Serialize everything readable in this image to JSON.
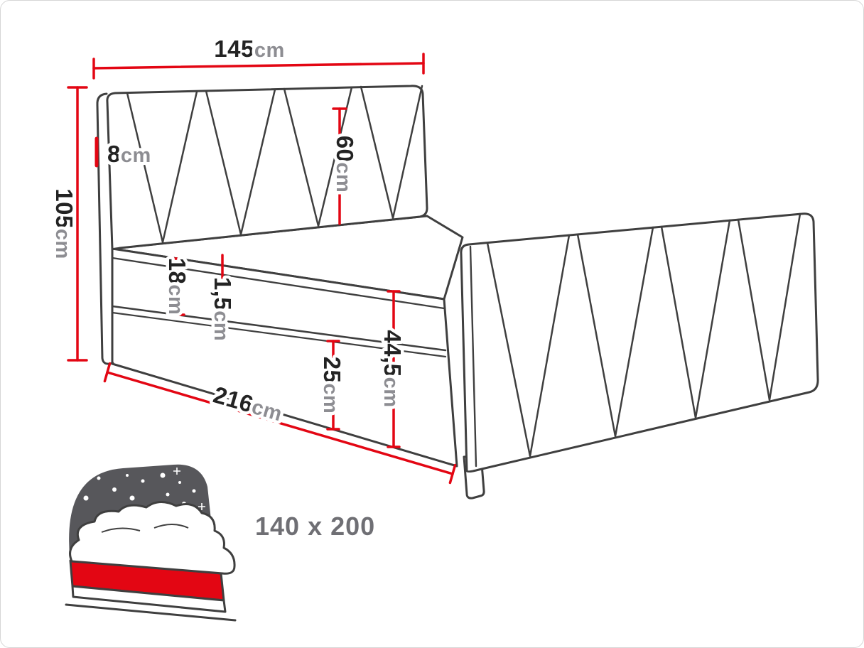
{
  "dimensions": {
    "headboard_width": {
      "value": "145",
      "unit": "cm"
    },
    "side_rail": {
      "value": "8",
      "unit": "cm"
    },
    "total_height": {
      "value": "105",
      "unit": "cm"
    },
    "headboard_above_mattress": {
      "value": "60",
      "unit": "cm"
    },
    "mattress_thickness": {
      "value": "18",
      "unit": "cm"
    },
    "topper_thickness": {
      "value": "1,5",
      "unit": "cm"
    },
    "base_height": {
      "value": "25",
      "unit": "cm"
    },
    "side_total_height": {
      "value": "44,5",
      "unit": "cm"
    },
    "bed_length": {
      "value": "216",
      "unit": "cm"
    }
  },
  "size_badge": {
    "label": "140 x 200"
  },
  "icon": {
    "name": "starry-bed-icon"
  },
  "colors": {
    "outline": "#3f3f3f",
    "dimension": "#e30613",
    "number_text": "#232323",
    "unit_text": "#8d8d92",
    "icon_dark": "#57575b",
    "icon_red": "#e30613"
  }
}
